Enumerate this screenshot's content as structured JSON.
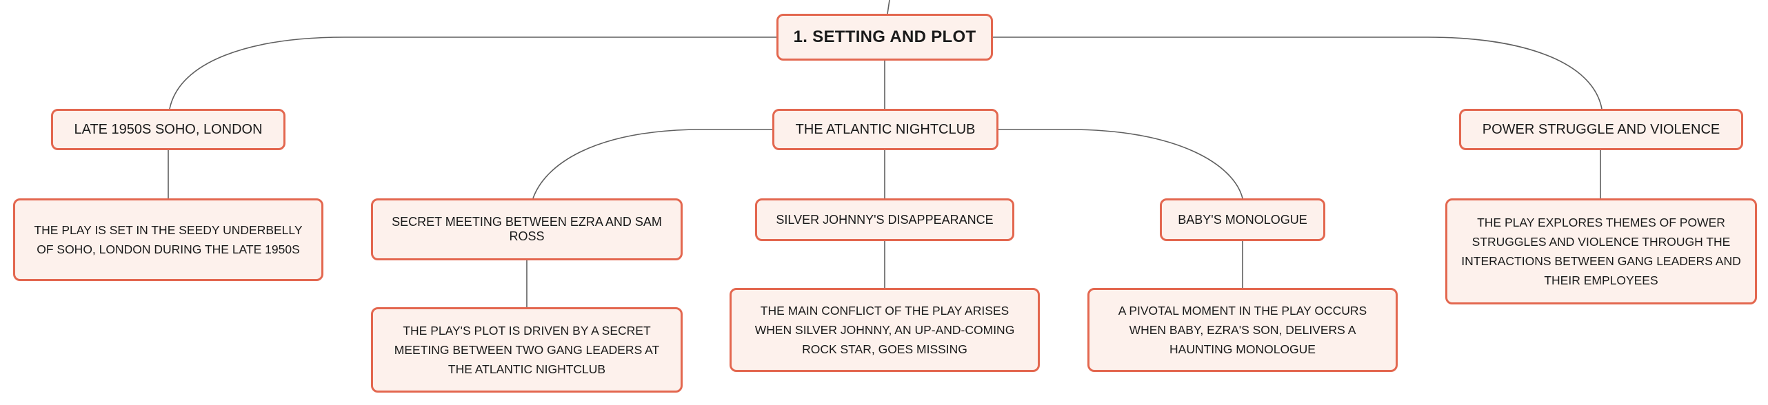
{
  "diagram": {
    "root": {
      "label": "1. SETTING AND PLOT"
    },
    "branches": [
      {
        "label": "LATE 1950S SOHO, LONDON",
        "details": [
          {
            "label": "THE PLAY IS SET IN THE SEEDY UNDERBELLY OF SOHO, LONDON DURING THE LATE 1950S"
          }
        ]
      },
      {
        "label": "THE ATLANTIC NIGHTCLUB",
        "sub": [
          {
            "label": "SECRET MEETING BETWEEN EZRA AND SAM ROSS",
            "detail": "THE PLAY'S PLOT IS DRIVEN BY A SECRET MEETING BETWEEN TWO GANG LEADERS AT THE ATLANTIC NIGHTCLUB"
          },
          {
            "label": "SILVER JOHNNY'S DISAPPEARANCE",
            "detail": "THE MAIN CONFLICT OF THE PLAY ARISES WHEN SILVER JOHNNY, AN UP-AND-COMING ROCK STAR, GOES MISSING"
          },
          {
            "label": "BABY'S MONOLOGUE",
            "detail": "A PIVOTAL MOMENT IN THE PLAY OCCURS WHEN BABY, EZRA'S SON, DELIVERS A HAUNTING MONOLOGUE"
          }
        ]
      },
      {
        "label": "POWER STRUGGLE AND VIOLENCE",
        "details": [
          {
            "label": "THE PLAY EXPLORES THEMES OF POWER STRUGGLES AND VIOLENCE THROUGH THE INTERACTIONS BETWEEN GANG LEADERS AND THEIR EMPLOYEES"
          }
        ]
      }
    ]
  },
  "colors": {
    "node_border": "#e3674f",
    "node_fill": "#fdf1ec",
    "connector": "#5f5f5f"
  }
}
